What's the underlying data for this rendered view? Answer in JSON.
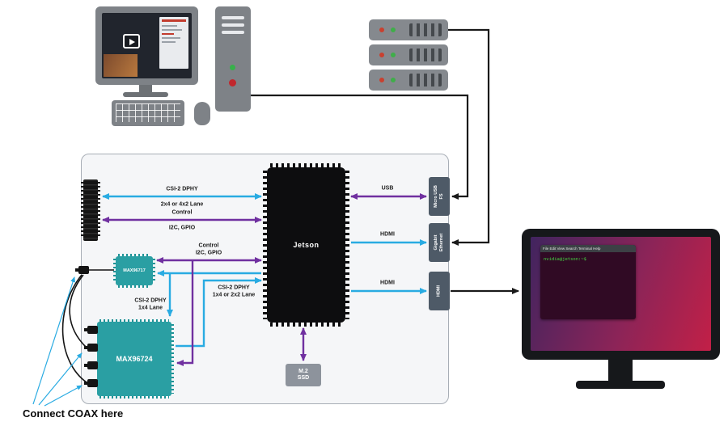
{
  "caption": "Connect COAX here",
  "colors": {
    "csi_arrow": "#29abe2",
    "control_arrow": "#7030a0",
    "chip_teal": "#2a9fa3",
    "port_box": "#4e5a67",
    "cable_black": "#1a1a1a"
  },
  "board": {
    "chips": {
      "jetson": "Jetson",
      "serializer": "MAX96717",
      "deserializer": "MAX96724",
      "ssd_l1": "M.2",
      "ssd_l2": "SSD"
    },
    "ports": {
      "usb_l1": "Micro USB",
      "usb_l2": "FS",
      "eth_l1": "Gigabit",
      "eth_l2": "Ethernet",
      "hdmi_l1": "HDMI",
      "hdmi_l2": ""
    },
    "links": {
      "csi_host_l1": "CSI-2 DPHY",
      "csi_host_l2": "2x4 or 4x2 Lane",
      "ctrl_host_l1": "Control",
      "ctrl_host_l2": "I2C, GPIO",
      "ctrl_ser_l1": "Control",
      "ctrl_ser_l2": "I2C, GPIO",
      "csi_deser_l1": "CSI-2 DPHY",
      "csi_deser_l2": "1x4 or 2x2 Lane",
      "csi_ser_l1": "CSI-2 DPHY",
      "csi_ser_l2": "1x4 Lane",
      "usb": "USB",
      "hdmi_mid": "HDMI",
      "hdmi_out": "HDMI"
    }
  },
  "display": {
    "terminal_menu": "File Edit View Search Terminal Help",
    "terminal_prompt": "nvidia@jetson:~$"
  }
}
